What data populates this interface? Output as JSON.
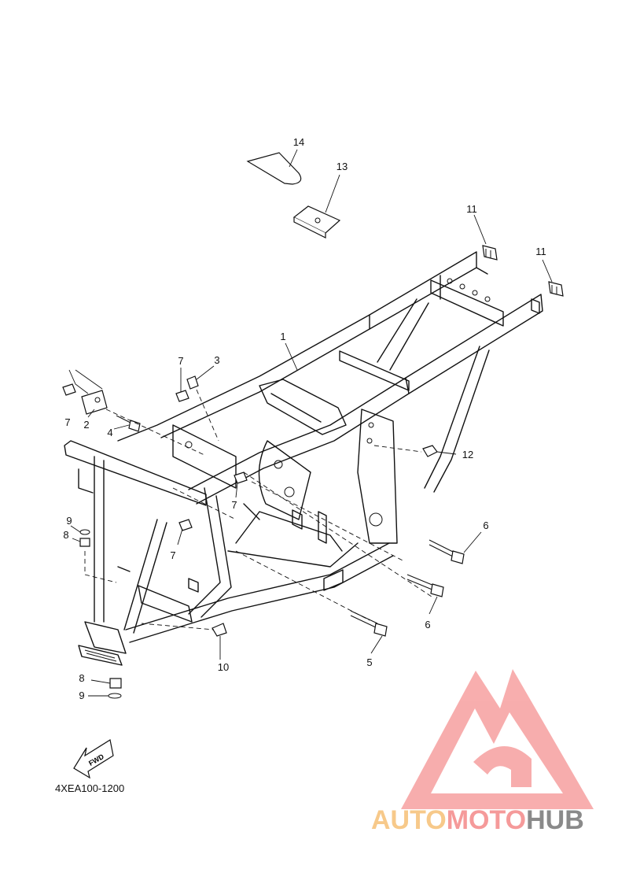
{
  "diagram": {
    "reference_code": "4XEA100-1200",
    "fwd_label": "FWD",
    "callouts": {
      "c1": "1",
      "c2": "2",
      "c3": "3",
      "c4": "4",
      "c5": "5",
      "c6a": "6",
      "c6b": "6",
      "c7a": "7",
      "c7b": "7",
      "c7c": "7",
      "c7d": "7",
      "c8a": "8",
      "c8b": "8",
      "c9a": "9",
      "c9b": "9",
      "c10": "10",
      "c11a": "11",
      "c11b": "11",
      "c12": "12",
      "c13": "13",
      "c14": "14"
    }
  },
  "watermark": {
    "part1": "AUTO",
    "part2": "MOTO",
    "part3": "HUB",
    "colors": {
      "auto": "#f7c98a",
      "moto": "#f59a9a",
      "hub": "#8a8a8a",
      "logo": "#f26b6b"
    }
  }
}
